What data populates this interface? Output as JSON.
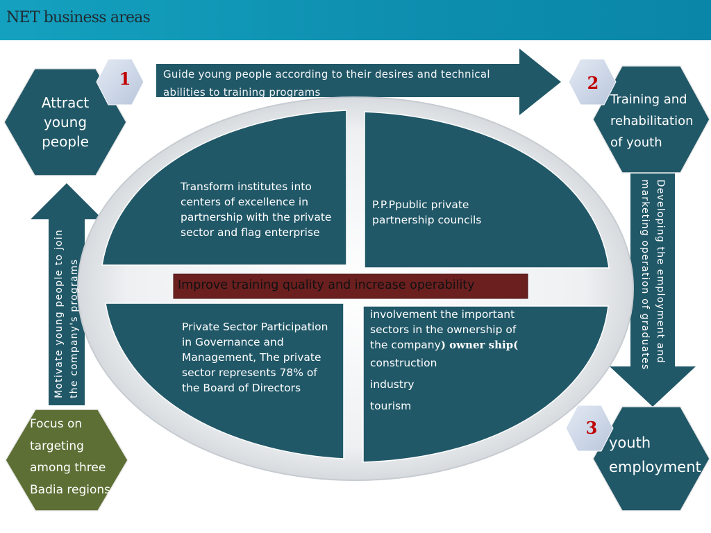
{
  "header": {
    "title": "NET business areas"
  },
  "steps": {
    "one": {
      "number": "1",
      "label_lines": [
        "Attract",
        "young",
        "people"
      ]
    },
    "two": {
      "number": "2",
      "label_lines": [
        "Training and",
        "rehabilitation",
        "of youth"
      ]
    },
    "three": {
      "number": "3",
      "label_lines": [
        "youth",
        "employment"
      ]
    },
    "focus": {
      "label_lines": [
        "Focus on",
        "targeting",
        "among three",
        "Badia regions"
      ]
    }
  },
  "arrows": {
    "top": {
      "lines": [
        "Guide young people according to their desires and technical",
        "abilities to  training programs"
      ]
    },
    "right": {
      "lines": [
        "Developing the employment and",
        "marketing operation of graduates"
      ]
    },
    "left": {
      "lines": [
        "Motivate young people to join",
        "the company's programs"
      ]
    }
  },
  "center": {
    "band": "Improve training quality and increase operability",
    "q1": {
      "lines": [
        "Transform institutes into",
        "centers of excellence in",
        "partnership with the private",
        "sector and flag enterprise"
      ]
    },
    "q2": {
      "lines": [
        "P.P.Ppublic private",
        "partnership councils"
      ]
    },
    "q3": {
      "lines": [
        "Private Sector Participation",
        "in Governance and",
        "Management,  The private",
        "sector represents 78% of",
        "the Board of Directors"
      ]
    },
    "q4": {
      "lines": [
        "involvement the important",
        "sectors in the ownership of",
        "the company"
      ],
      "emphasis": ") owner ship(",
      "items": [
        "construction",
        "industry",
        "tourism"
      ]
    }
  },
  "colors": {
    "shape_fill": "#215868",
    "focus_fill": "#5d6f34",
    "band_fill": "#6b1f1f",
    "badge_fill": "#cfd8ea",
    "number_red": "#c00000"
  }
}
